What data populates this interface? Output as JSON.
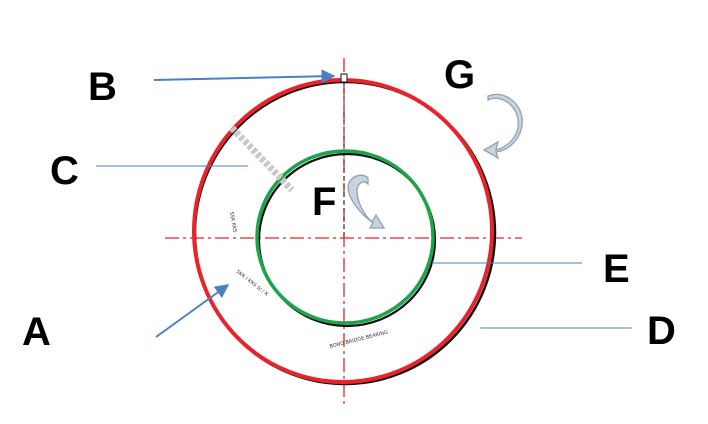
{
  "diagram": {
    "labels": {
      "a": "A",
      "b": "B",
      "c": "C",
      "d": "D",
      "e": "E",
      "f": "F",
      "g": "G"
    },
    "colors": {
      "outer_ring": "#e8232a",
      "inner_ring": "#1fa34a",
      "centerline": "#e8232a",
      "leader": "#4a7fc1",
      "rotation_arrow": "#8fa3b8",
      "edge": "#111111"
    },
    "engraved_marks": [
      "SSK KKS",
      "SKK / KKS  S/ / K",
      "BOND BRIDGE BEARING"
    ],
    "icons": [
      "rotation-arrow-icon",
      "rotation-arrow-icon"
    ]
  }
}
